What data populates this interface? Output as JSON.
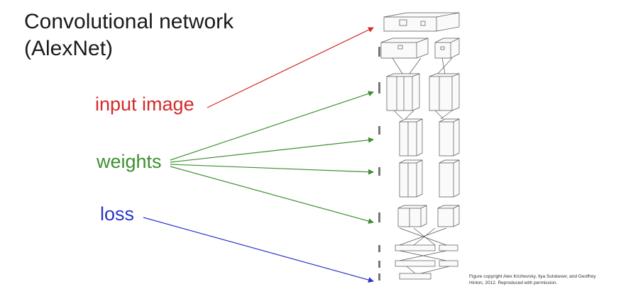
{
  "slide": {
    "title_lines": [
      "Convolutional network",
      "(AlexNet)"
    ],
    "labels": {
      "input": "input image",
      "weights": "weights",
      "loss": "loss"
    },
    "colors": {
      "input": "#d42a2a",
      "weights": "#3e8f31",
      "loss": "#2b35c8"
    },
    "caption": "Figure copyright Alex Krizhevsky, Ilya Sutskever, and Geoffrey Hinton, 2012. Reproduced with permission."
  }
}
